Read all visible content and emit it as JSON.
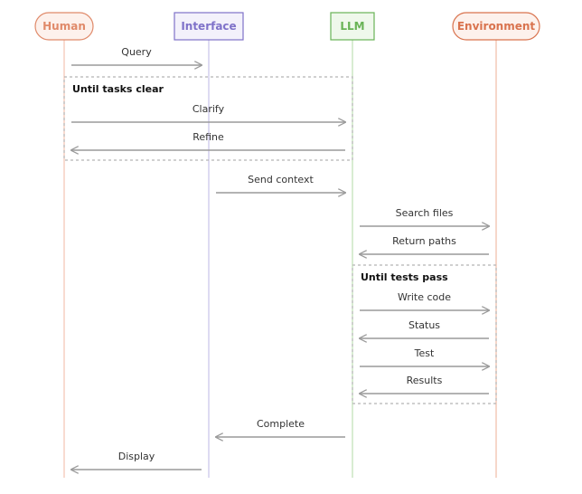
{
  "actors": [
    {
      "id": "human",
      "label": "Human",
      "color": "#e08a6a",
      "fill": "#fdf1ec",
      "lifeline": "#f3c3b2",
      "shape": "pill"
    },
    {
      "id": "interface",
      "label": "Interface",
      "color": "#7f72c9",
      "fill": "#f3f1fb",
      "lifeline": "#c9c3ea",
      "shape": "box"
    },
    {
      "id": "llm",
      "label": "LLM",
      "color": "#69b356",
      "fill": "#eff8eb",
      "lifeline": "#bfe0b5",
      "shape": "box"
    },
    {
      "id": "environment",
      "label": "Environment",
      "color": "#d9734e",
      "fill": "#fdf1ec",
      "lifeline": "#f0bca6",
      "shape": "pill"
    }
  ],
  "frames": [
    {
      "label": "Until tasks clear"
    },
    {
      "label": "Until tests pass"
    }
  ],
  "messages": [
    {
      "label": "Query",
      "from": "human",
      "to": "interface"
    },
    {
      "label": "Clarify",
      "from": "human",
      "to": "llm"
    },
    {
      "label": "Refine",
      "from": "llm",
      "to": "human"
    },
    {
      "label": "Send context",
      "from": "interface",
      "to": "llm"
    },
    {
      "label": "Search files",
      "from": "llm",
      "to": "environment"
    },
    {
      "label": "Return paths",
      "from": "environment",
      "to": "llm"
    },
    {
      "label": "Write code",
      "from": "llm",
      "to": "environment"
    },
    {
      "label": "Status",
      "from": "environment",
      "to": "llm"
    },
    {
      "label": "Test",
      "from": "llm",
      "to": "environment"
    },
    {
      "label": "Results",
      "from": "environment",
      "to": "llm"
    },
    {
      "label": "Complete",
      "from": "llm",
      "to": "interface"
    },
    {
      "label": "Display",
      "from": "interface",
      "to": "human"
    }
  ],
  "arrow_color": "#9a9a9a",
  "frame_border_color": "#b5b5b5"
}
